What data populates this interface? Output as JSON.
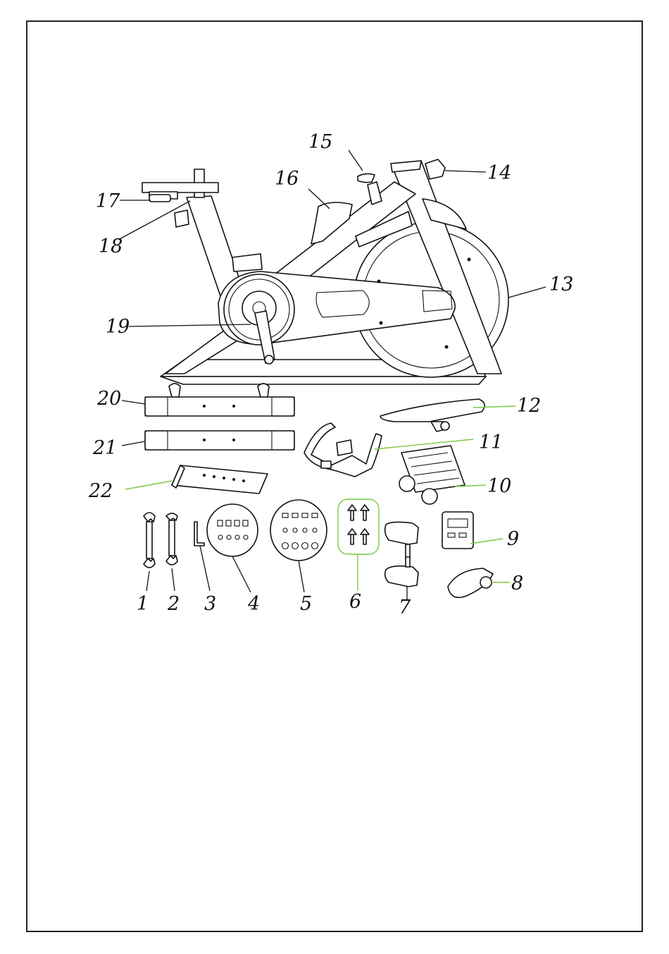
{
  "diagram": {
    "parts": [
      {
        "id": "1",
        "label": "1"
      },
      {
        "id": "2",
        "label": "2"
      },
      {
        "id": "3",
        "label": "3"
      },
      {
        "id": "4",
        "label": "4"
      },
      {
        "id": "5",
        "label": "5"
      },
      {
        "id": "6",
        "label": "6"
      },
      {
        "id": "7",
        "label": "7"
      },
      {
        "id": "8",
        "label": "8"
      },
      {
        "id": "9",
        "label": "9"
      },
      {
        "id": "10",
        "label": "10"
      },
      {
        "id": "11",
        "label": "11"
      },
      {
        "id": "12",
        "label": "12"
      },
      {
        "id": "13",
        "label": "13"
      },
      {
        "id": "14",
        "label": "14"
      },
      {
        "id": "15",
        "label": "15"
      },
      {
        "id": "16",
        "label": "16"
      },
      {
        "id": "17",
        "label": "17"
      },
      {
        "id": "18",
        "label": "18"
      },
      {
        "id": "19",
        "label": "19"
      },
      {
        "id": "20",
        "label": "20"
      },
      {
        "id": "21",
        "label": "21"
      },
      {
        "id": "22",
        "label": "22"
      }
    ],
    "colors": {
      "leader_highlight": "#7ac943",
      "line": "#111111"
    }
  }
}
